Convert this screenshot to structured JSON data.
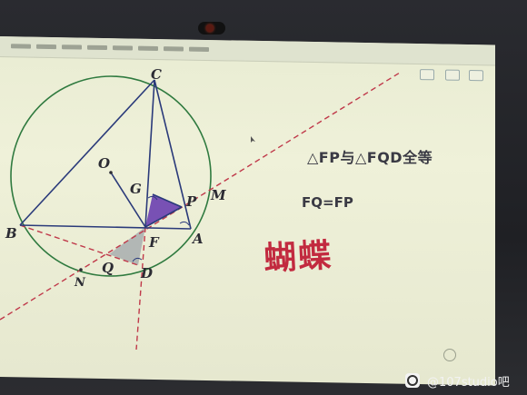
{
  "diagram": {
    "points": {
      "C": "C",
      "O": "O",
      "G": "G",
      "P": "P",
      "M": "M",
      "B": "B",
      "F": "F",
      "A": "A",
      "Q": "Q",
      "D": "D",
      "N": "N"
    }
  },
  "annotations": {
    "congruence": "△FP与△FQD全等",
    "equality": "FQ=FP"
  },
  "handwriting": {
    "text": "蝴蝶"
  },
  "watermark": {
    "text": "@107studio吧"
  },
  "colors": {
    "circle": "#2f7a3f",
    "lines": "#2a3a7a",
    "dashed": "#c0394a",
    "fill_purple": "#6a3fb0",
    "fill_gray": "#9aa0a6",
    "handwriting": "#c22a3f"
  }
}
